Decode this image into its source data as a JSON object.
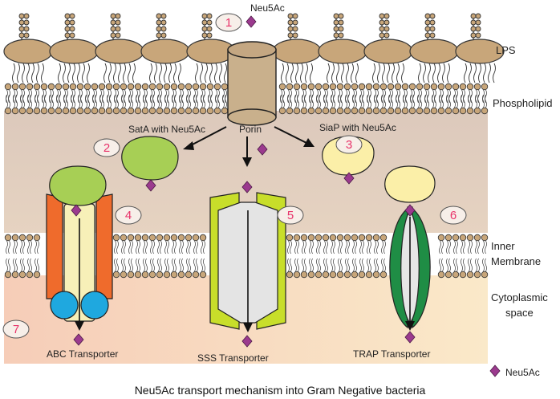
{
  "labels": {
    "neu5ac_top": "Neu5Ac",
    "lps": "LPS",
    "phospholipid": "Phospholipid",
    "sata": "SatA with Neu5Ac",
    "siap": "SiaP with Neu5Ac",
    "porin": "Porin",
    "inner_line1": "Inner",
    "inner_line2": "Membrane",
    "cyto_line1": "Cytoplasmic",
    "cyto_line2": "space",
    "abc": "ABC Transporter",
    "sss": "SSS Transporter",
    "trap": "TRAP Transporter",
    "legend_neu5ac": "Neu5Ac",
    "caption": "Neu5Ac transport mechanism into Gram Negative bacteria"
  },
  "steps": [
    "1",
    "2",
    "3",
    "4",
    "5",
    "6",
    "7"
  ],
  "colors": {
    "periplasm": "#dfcfc4",
    "cytoplasm": "#f7d9c3",
    "lps_oval": "#c8a67a",
    "porin": "#c9b08c",
    "sata": "#a7cf55",
    "siap": "#fbefa8",
    "abc_orange": "#ef6b2c",
    "abc_blue": "#1fa8df",
    "abc_core": "#f7f0b8",
    "sss_green": "#c8de2a",
    "sss_core": "#e4e4e4",
    "trap_green": "#1f8d45",
    "trap_core": "#e6e6e6",
    "neu5ac": "#9b3a8e",
    "step_number": "#e8336a"
  }
}
